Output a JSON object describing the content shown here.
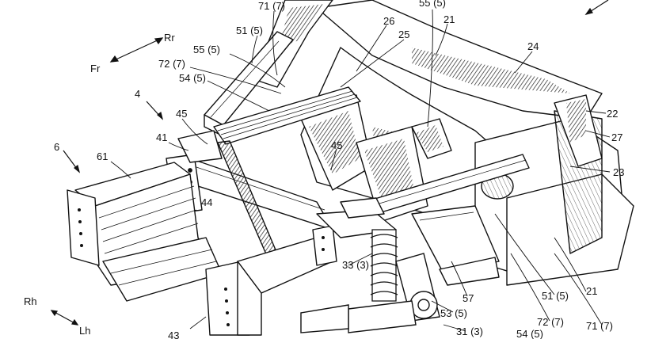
{
  "figure": {
    "labels": [
      {
        "id": "l-71-7-top",
        "text": "71 (7)"
      },
      {
        "id": "l-55-5-top",
        "text": "55 (5)"
      },
      {
        "id": "l-51-5-top",
        "text": "51 (5)"
      },
      {
        "id": "l-26",
        "text": "26"
      },
      {
        "id": "l-25",
        "text": "25"
      },
      {
        "id": "l-21-top",
        "text": "21"
      },
      {
        "id": "l-24",
        "text": "24"
      },
      {
        "id": "l-55-5-left",
        "text": "55 (5)"
      },
      {
        "id": "l-72-7-left",
        "text": "72 (7)"
      },
      {
        "id": "l-54-5-left",
        "text": "54 (5)"
      },
      {
        "id": "l-4",
        "text": "4"
      },
      {
        "id": "l-45-a",
        "text": "45"
      },
      {
        "id": "l-41",
        "text": "41"
      },
      {
        "id": "l-6",
        "text": "6"
      },
      {
        "id": "l-61",
        "text": "61"
      },
      {
        "id": "l-44",
        "text": "44"
      },
      {
        "id": "l-45-b",
        "text": "45"
      },
      {
        "id": "l-22",
        "text": "22"
      },
      {
        "id": "l-27",
        "text": "27"
      },
      {
        "id": "l-23",
        "text": "23"
      },
      {
        "id": "l-33-3",
        "text": "33 (3)"
      },
      {
        "id": "l-57",
        "text": "57"
      },
      {
        "id": "l-53-5",
        "text": "53 (5)"
      },
      {
        "id": "l-51-5-bot",
        "text": "51 (5)"
      },
      {
        "id": "l-21-bot",
        "text": "21"
      },
      {
        "id": "l-72-7-bot",
        "text": "72 (7)"
      },
      {
        "id": "l-71-7-bot",
        "text": "71 (7)"
      },
      {
        "id": "l-31-3",
        "text": "31 (3)"
      },
      {
        "id": "l-54-5-bot",
        "text": "54 (5)"
      },
      {
        "id": "l-43",
        "text": "43"
      }
    ],
    "directions": {
      "rr": "Rr",
      "fr": "Fr",
      "rh": "Rh",
      "lh": "Lh"
    }
  }
}
